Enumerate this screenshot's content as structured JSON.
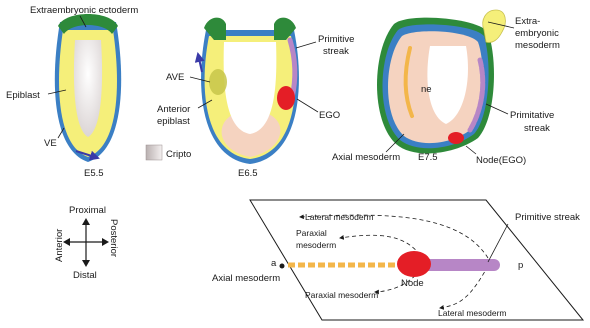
{
  "labels": {
    "extraembryonic_ectoderm": "Extraembryonic ectoderm",
    "epiblast": "Epiblast",
    "ve": "VE",
    "e55": "E5.5",
    "ave": "AVE",
    "anterior_epiblast_1": "Anterior",
    "anterior_epiblast_2": "epiblast",
    "ego": "EGO",
    "primitive_streak_top_1": "Primitive",
    "primitive_streak_top_2": "streak",
    "e65": "E6.5",
    "cripto": "Cripto",
    "extra_mesoderm_1": "Extra-",
    "extra_mesoderm_2": "embryonic",
    "extra_mesoderm_3": "mesoderm",
    "ne": "ne",
    "primitative_streak_1": "Primitative",
    "primitative_streak_2": "streak",
    "axial_mesoderm_top": "Axial mesoderm",
    "e75": "E7.5",
    "node_ego": "Node(EGO)"
  },
  "compass": {
    "proximal": "Proximal",
    "distal": "Distal",
    "anterior": "Anterior",
    "posterior": "Posterior"
  },
  "plane": {
    "lateral_top": "Lateral mesoderm",
    "paraxial_top_1": "Paraxial",
    "paraxial_top_2": "mesoderm",
    "primitive_streak": "Primitive streak",
    "a": "a",
    "p": "p",
    "axial": "Axial mesoderm",
    "node": "Node",
    "paraxial_bottom": "Paraxial mesoderm",
    "lateral_bottom": "Lateral mesoderm"
  },
  "colors": {
    "green": "#2e8a3a",
    "yellow": "#f5ef7a",
    "blue": "#3b7fc4",
    "red": "#e41e26",
    "purple": "#b786c6",
    "orange": "#f3b64a",
    "pink": "#f5d3c0",
    "gray": "#dcd6d6"
  }
}
